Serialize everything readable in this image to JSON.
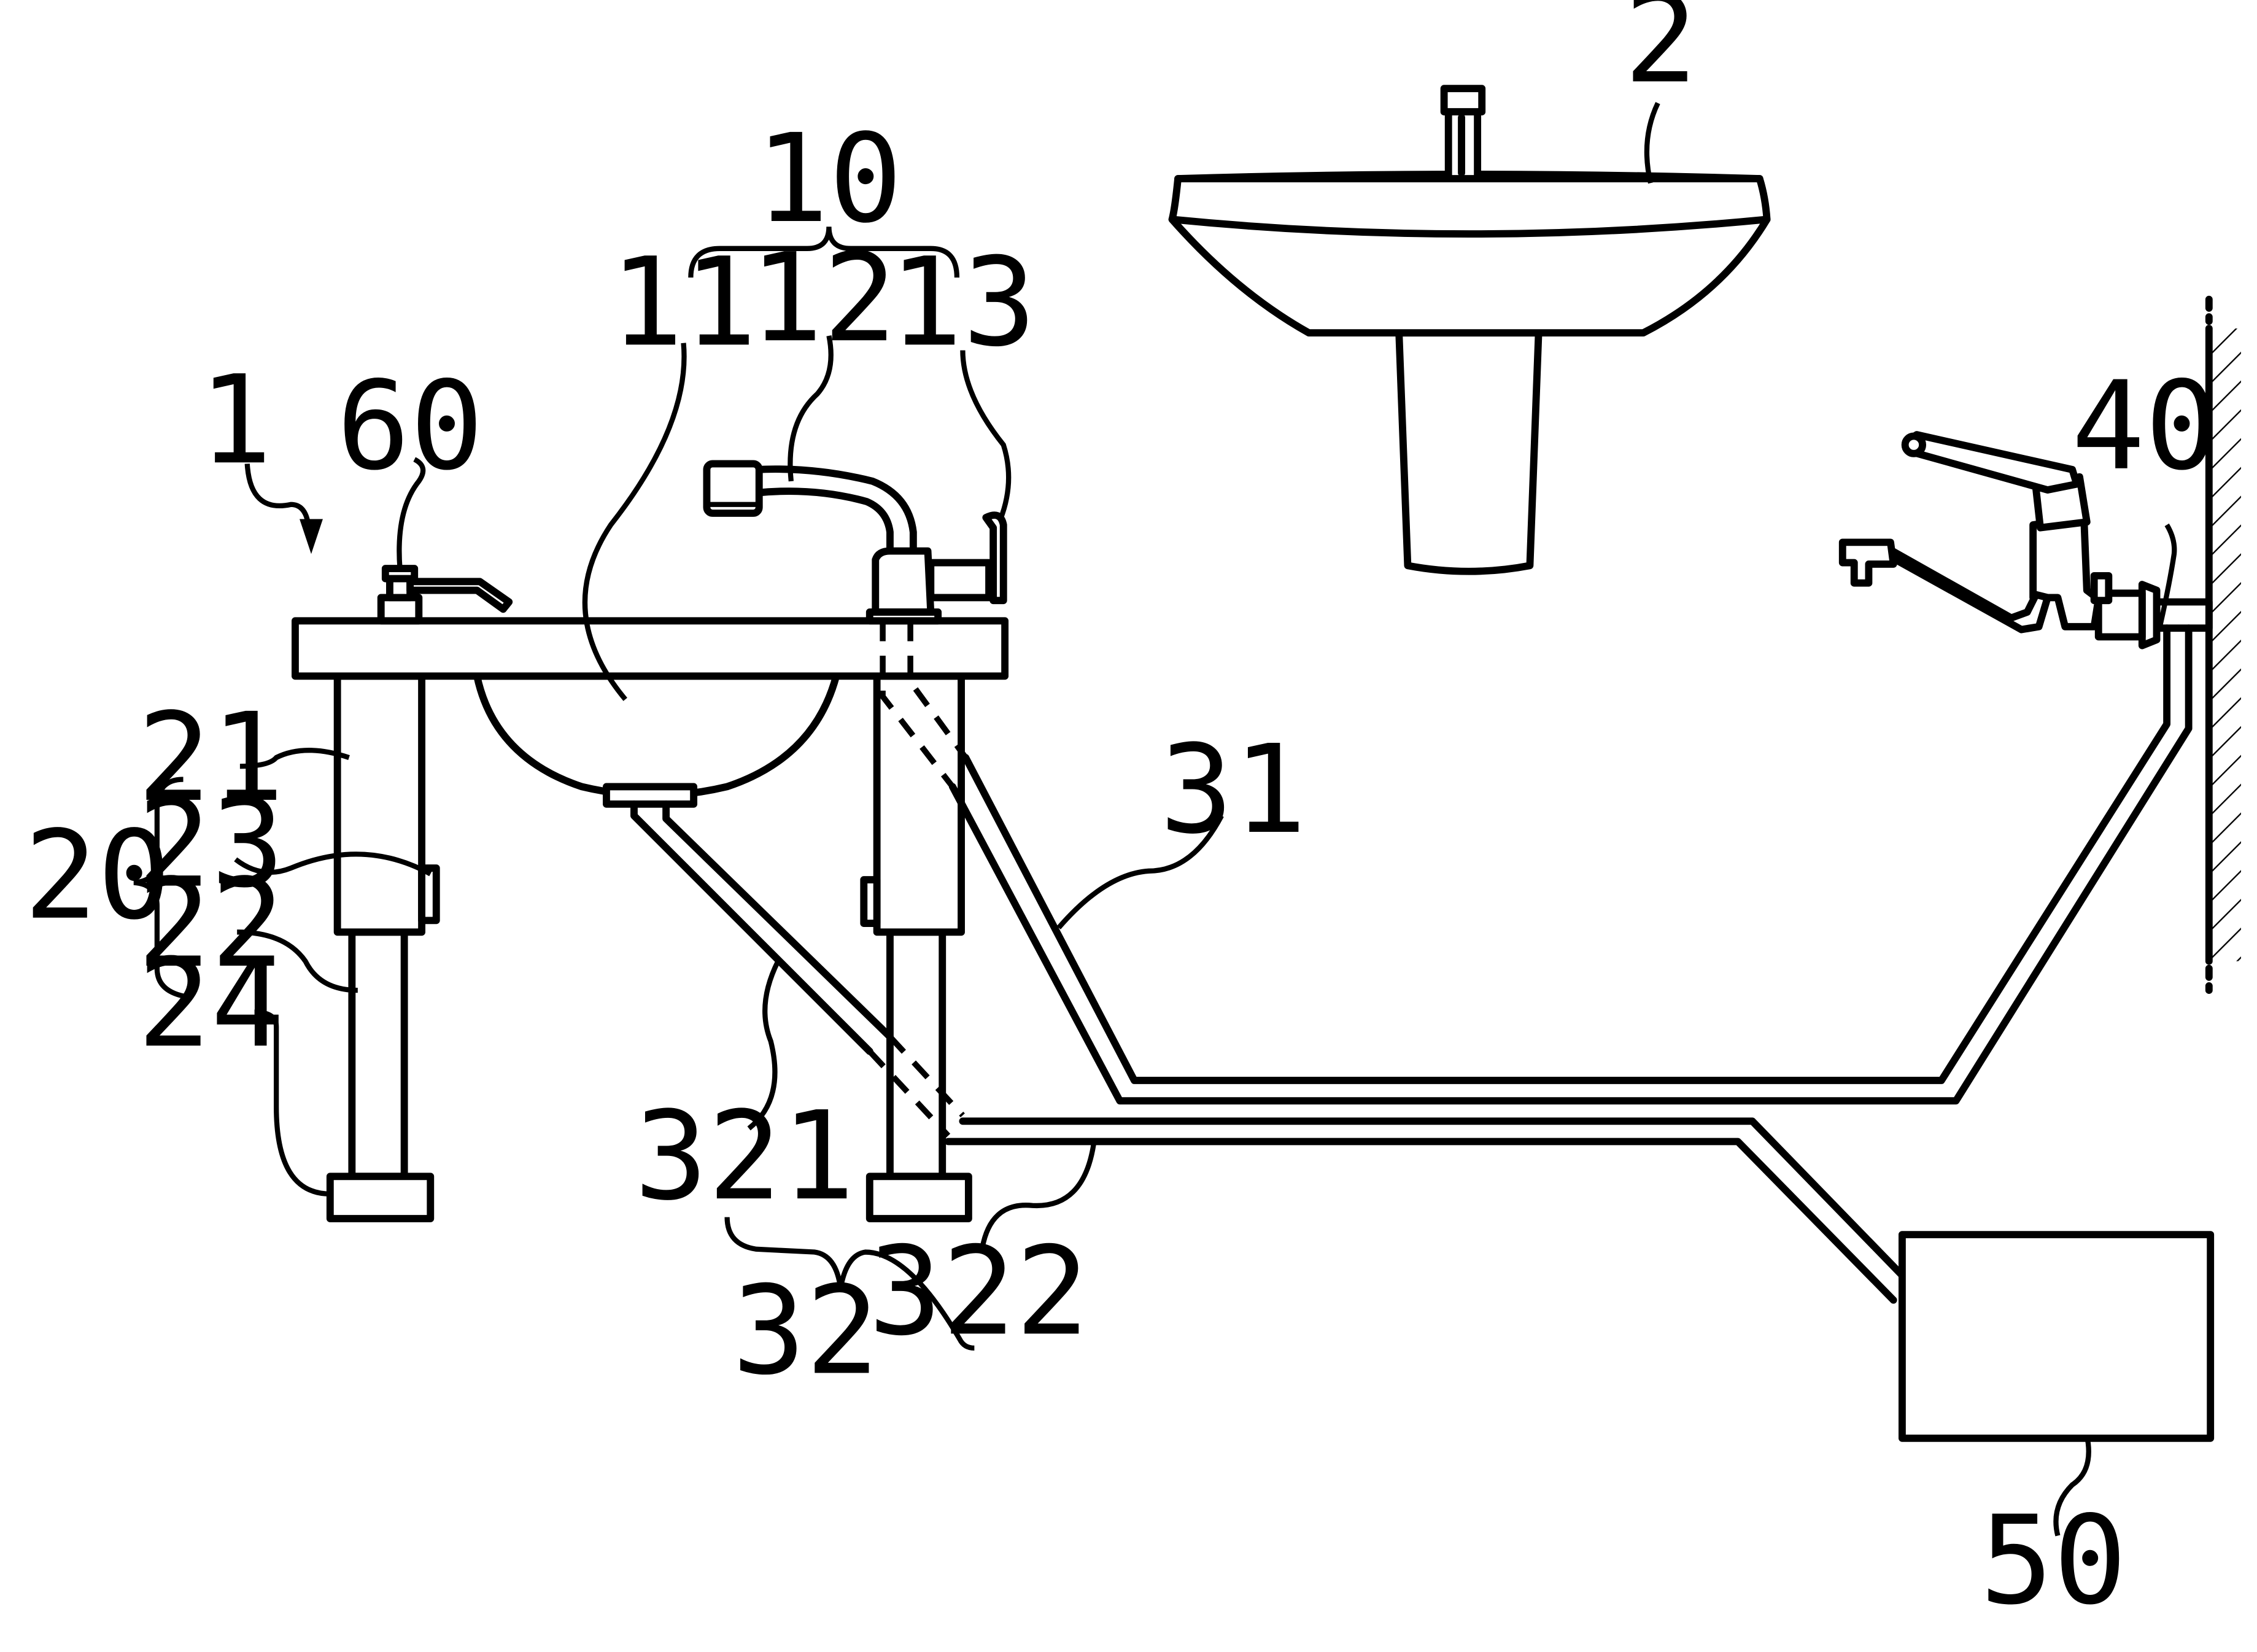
{
  "figure": {
    "labels": {
      "n1": "1",
      "n2": "2",
      "n10": "10",
      "n11": "11",
      "n12": "12",
      "n13": "13",
      "n20": "20",
      "n21": "21",
      "n22": "22",
      "n23": "23",
      "n24": "24",
      "n31": "31",
      "n32": "32",
      "n321": "321",
      "n322": "322",
      "n40": "40",
      "n50": "50",
      "n60": "60"
    }
  }
}
